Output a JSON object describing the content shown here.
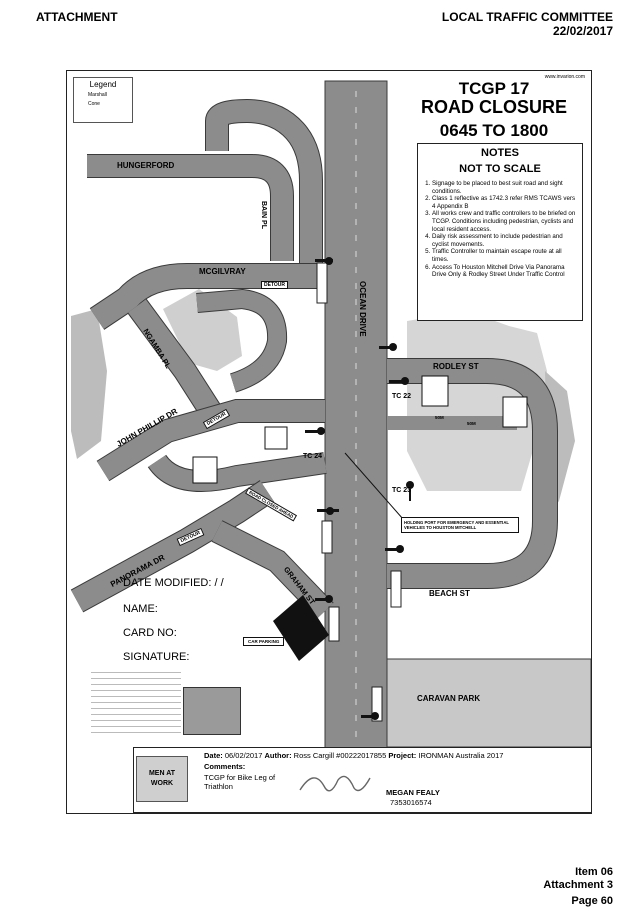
{
  "header": {
    "left": "ATTACHMENT",
    "right_line1": "LOCAL TRAFFIC COMMITTEE",
    "right_line2": "22/02/2017"
  },
  "map": {
    "website": "www.invarion.com",
    "title_line1": "TCGP 17",
    "title_line2": "ROAD CLOSURE",
    "title_line3": "0645  TO 1800",
    "legend": {
      "title": "Legend",
      "items": [
        "Marshall",
        "Cone"
      ]
    },
    "notes": {
      "heading1": "NOTES",
      "heading2": "NOT TO SCALE",
      "items": [
        "Signage to be placed to best suit road and sight conditions.",
        "Class 1 reflective as 1742.3 refer RMS TCAWS vers 4 Appendix B",
        "All works crew and traffic controllers to be briefed on TCGP. Conditions including pedestrian, cyclists and local resident access.",
        "Daily risk assessment to include pedestrian and cyclist movements.",
        "Traffic Controller to maintain escape route at all times.",
        "Access To Houston Mitchell Drive Via Panorama Drive Only & Rodley Street Under Traffic Control"
      ]
    },
    "streets": {
      "hungerford": "HUNGERFORD",
      "bain": "BAIN PL",
      "mcgilvray": "MCGILVRAY",
      "ocean": "OCEAN DRIVE",
      "ngamba": "NGAMBA PL",
      "rodley": "RODLEY ST",
      "john_phillip": "JOHN PHILLIP DR",
      "panorama": "PANORAMA DR",
      "graham": "GRAHAM ST",
      "beach": "BEACH ST",
      "caravan": "CARAVAN PARK"
    },
    "tc_labels": [
      "TC 22",
      "TC 24",
      "TC 23"
    ],
    "signs": {
      "detour": "DETOUR",
      "road_closed": "ROAD CLOSED AHEAD",
      "km": "50M",
      "car_parking": "CAR PARKING"
    },
    "holding_port": "HOLDING PORT FOR EMERGENCY AND ESSENTIAL VEHICLES TO HOUSTON MITCHELL",
    "form": {
      "date_modified": "DATE MODIFIED:    /    /",
      "name": "NAME:",
      "card_no": "CARD NO:",
      "signature": "SIGNATURE:"
    },
    "info": {
      "date_label": "Date:",
      "date": "06/02/2017",
      "author_label": "Author:",
      "author": "Ross Cargill #00222017855",
      "project_label": "Project:",
      "project": "IRONMAN Australia 2017",
      "comments_label": "Comments:",
      "comments": "TCGP for Bike Leg of Triathlon",
      "signer_name": "MEGAN FEALY",
      "signer_number": "7353016574",
      "logo_text": "MEN AT WORK"
    }
  },
  "footer": {
    "item": "Item 06",
    "attachment": "Attachment 3",
    "page": "Page 60"
  },
  "colors": {
    "road": "#8c8c8c",
    "road_dark": "#6f6f6f",
    "lot": "#c8c8c8",
    "kerb": "#3a3a3a",
    "building": "#111111"
  }
}
